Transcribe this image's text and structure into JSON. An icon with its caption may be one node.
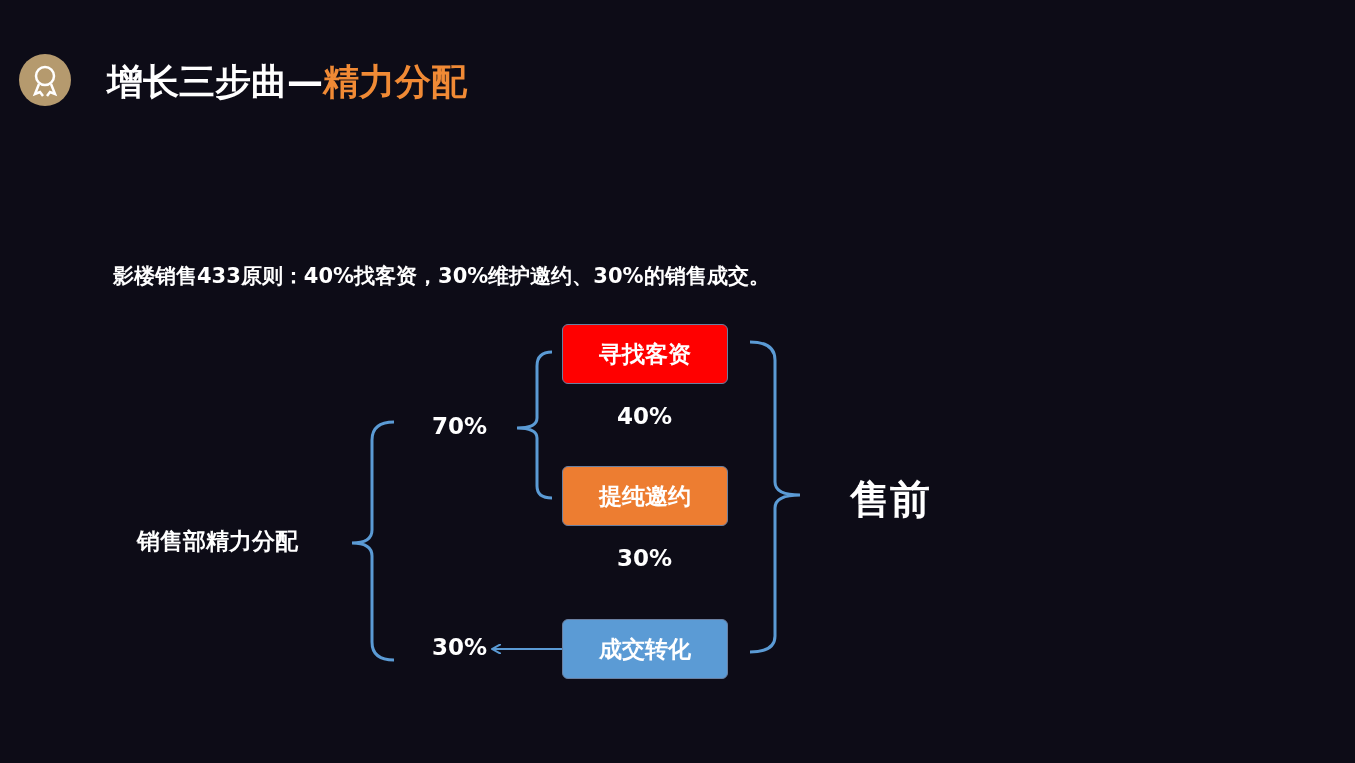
{
  "diagram": {
    "title": "增长三步曲—精力分配",
    "nodes": [
      {
        "text": [
          "寻找客资"
        ]
      },
      {
        "text": [
          "提纯邀约"
        ]
      },
      {
        "text": [
          "成交转化"
        ]
      },
      {
        "text": [
          "30%"
        ]
      }
    ],
    "edges": [
      {
        "from": 2,
        "to": 3,
        "arrow": "to"
      }
    ],
    "labels": [
      "影楼销售433原则：40%找客资，30%维护邀约、30%的销售成交。",
      "销售部精力分配",
      "70%",
      "40%",
      "30%",
      "售前"
    ]
  }
}
